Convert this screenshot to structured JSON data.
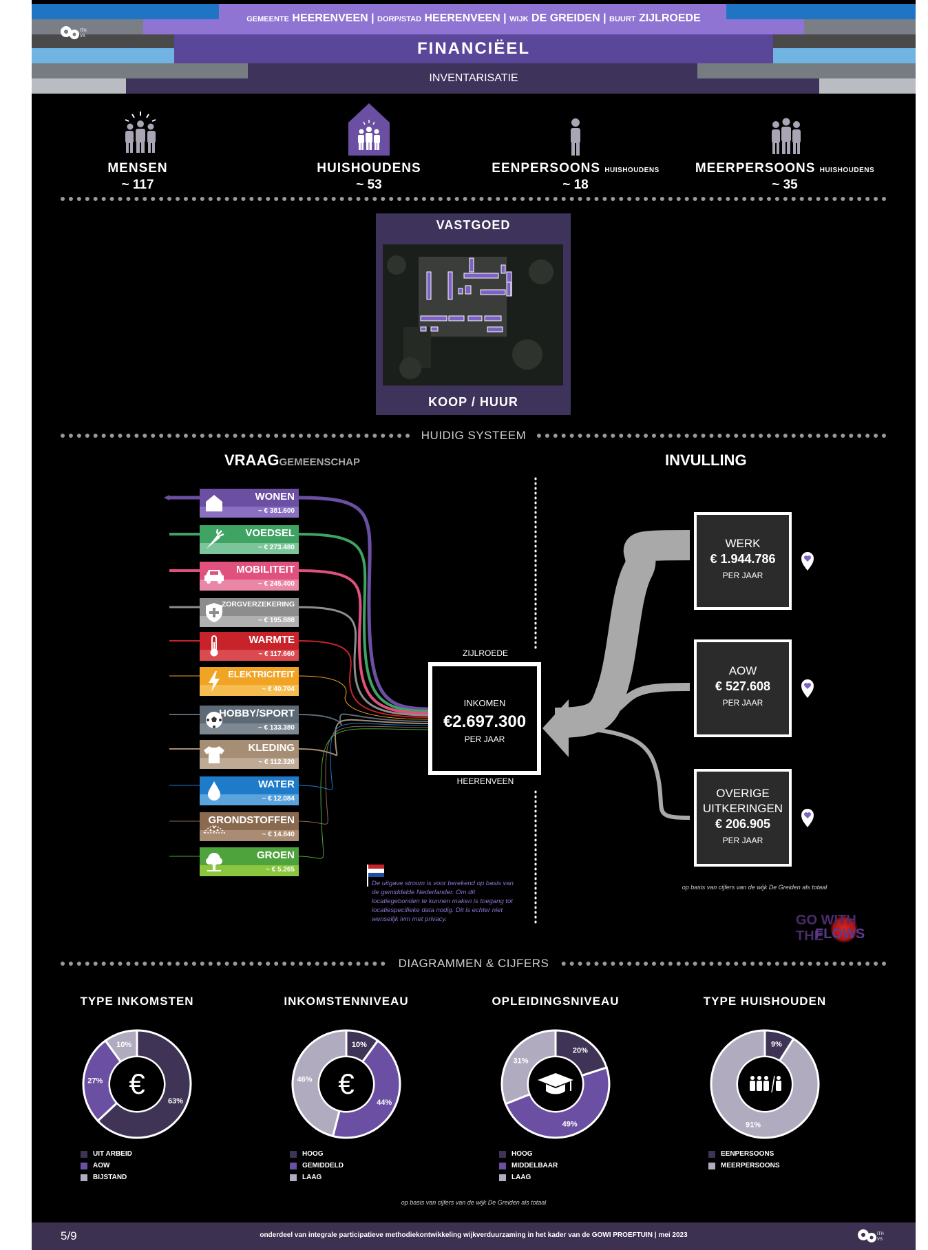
{
  "header": {
    "breadcrumb": [
      {
        "small": "GEMEENTE",
        "big": "HEERENVEEN"
      },
      {
        "small": "DORP/STAD",
        "big": "HEERENVEEN"
      },
      {
        "small": "WIJK",
        "big": "DE GREIDEN"
      },
      {
        "small": "BUURT",
        "big": "ZIJLROEDE"
      }
    ],
    "separator": " | ",
    "title": "FINANCIËEL",
    "subtitle": "INVENTARISATIE",
    "logo_text": "GO WITH THE FLOWS"
  },
  "stats": [
    {
      "label": "MENSEN",
      "suffix": "",
      "value": "~ 117",
      "icon": "people-group-icon"
    },
    {
      "label": "HUISHOUDENS",
      "suffix": "",
      "value": "~ 53",
      "icon": "house-people-icon"
    },
    {
      "label": "EENPERSOONS",
      "suffix": "HUISHOUDENS",
      "value": "~ 18",
      "icon": "single-person-icon"
    },
    {
      "label": "MEERPERSOONS",
      "suffix": "HUISHOUDENS",
      "value": "~ 35",
      "icon": "multi-person-icon"
    }
  ],
  "vastgoed": {
    "title": "VASTGOED",
    "footer": "KOOP / HUUR"
  },
  "section_current": "HUIDIG SYSTEEM",
  "vraag": {
    "title_bold": "VRAAG",
    "title_light": "GEMEENSCHAP"
  },
  "invulling_title": "INVULLING",
  "categories": [
    {
      "name": "WONEN",
      "amount": "~ € 381.600",
      "color": "#6b4fa3",
      "light": "#8a70c0",
      "icon": "house-icon"
    },
    {
      "name": "VOEDSEL",
      "amount": "~ € 273.480",
      "color": "#3fa463",
      "light": "#7cc59a",
      "icon": "carrot-icon"
    },
    {
      "name": "MOBILITEIT",
      "amount": "~ € 245.400",
      "color": "#e0517e",
      "light": "#ea86a6",
      "icon": "car-icon"
    },
    {
      "name": "ZORGVERZEKERING",
      "amount": "~ € 195.888",
      "color": "#8d8d8d",
      "light": "#b0b0b0",
      "icon": "shield-cross-icon"
    },
    {
      "name": "WARMTE",
      "amount": "~ € 117.660",
      "color": "#c8232b",
      "light": "#db4a4f",
      "icon": "thermometer-icon"
    },
    {
      "name": "ELEKTRICITEIT",
      "amount": "~ € 40.704",
      "color": "#f1a324",
      "light": "#f5bd4f",
      "icon": "lightning-icon"
    },
    {
      "name": "HOBBY/SPORT",
      "amount": "~ € 133.380",
      "color": "#5d6a76",
      "light": "#7d8893",
      "icon": "football-icon"
    },
    {
      "name": "KLEDING",
      "amount": "~ € 112.320",
      "color": "#a68e74",
      "light": "#bfab95",
      "icon": "shirt-icon"
    },
    {
      "name": "WATER",
      "amount": "~ € 12.084",
      "color": "#1d7bc9",
      "light": "#5aa3dc",
      "icon": "water-drop-icon"
    },
    {
      "name": "GRONDSTOFFEN",
      "amount": "~ € 14.840",
      "color": "#8a6a4f",
      "light": "#a98c73",
      "icon": "raw-materials-icon"
    },
    {
      "name": "GROEN",
      "amount": "~ € 5.265",
      "color": "#4fa33c",
      "light": "#8cc63f",
      "icon": "tree-icon"
    }
  ],
  "income_box": {
    "top_label": "ZIJLROEDE",
    "label": "INKOMEN",
    "value": "€2.697.300",
    "per": "PER JAAR",
    "bottom_label": "HEERENVEEN"
  },
  "income_sources": [
    {
      "lines": [
        "WERK"
      ],
      "value": "€ 1.944.786",
      "per": "PER JAAR"
    },
    {
      "lines": [
        "AOW"
      ],
      "value": "€ 527.608",
      "per": "PER JAAR"
    },
    {
      "lines": [
        "OVERIGE",
        "UITKERINGEN"
      ],
      "value": "€ 206.905",
      "per": "PER JAAR"
    }
  ],
  "footnote_invulling": "op basis van cijfers van de wijk De Greiden als totaal",
  "note_nl": "De uitgave stroom is voor berekend op basis van de gemiddelde Nederlander. Om dit locatiegebonden te kunnen maken is toegang tot locatiespecifieke data nodig. Dit is echter niet wenselijk ivm met privacy.",
  "brand": {
    "line1": "GO WITH THE",
    "line2": "FLOWS"
  },
  "section_charts": "DIAGRAMMEN & CIJFERS",
  "colors": {
    "dark": "#3f3456",
    "mid": "#6b4fa3",
    "light": "#b1abc0",
    "bar": "#3c3150"
  },
  "chart_data": [
    {
      "type": "pie",
      "title": "TYPE INKOMSTEN",
      "center_icon": "euro-icon",
      "labels": [
        "UIT ARBEID",
        "AOW",
        "BIJSTAND"
      ],
      "values": [
        63,
        27,
        10
      ],
      "display": [
        "63%",
        "27%",
        "10%"
      ]
    },
    {
      "type": "pie",
      "title": "INKOMSTENNIVEAU",
      "center_icon": "euro-icon",
      "labels": [
        "HOOG",
        "GEMIDDELD",
        "LAAG"
      ],
      "values": [
        10,
        44,
        46
      ],
      "display": [
        "10%",
        "44%",
        "46%"
      ]
    },
    {
      "type": "pie",
      "title": "OPLEIDINGSNIVEAU",
      "center_icon": "graduation-cap-icon",
      "labels": [
        "HOOG",
        "MIDDELBAAR",
        "LAAG"
      ],
      "values": [
        20,
        49,
        31
      ],
      "display": [
        "20%",
        "49%",
        "31%"
      ]
    },
    {
      "type": "pie",
      "title": "TYPE HUISHOUDEN",
      "center_icon": "household-icon",
      "labels": [
        "EENPERSOONS",
        "MEERPERSOONS"
      ],
      "values": [
        9,
        91
      ],
      "display": [
        "9%",
        "91%"
      ]
    }
  ],
  "footnote_charts": "op basis van cijfers van de wijk De Greiden als totaal",
  "footer": {
    "page": "5/9",
    "text": "onderdeel van integrale participatieve methodiekontwikkeling wijkverduurzaming in het kader van de GOWI PROEFTUIN | mei 2023"
  }
}
